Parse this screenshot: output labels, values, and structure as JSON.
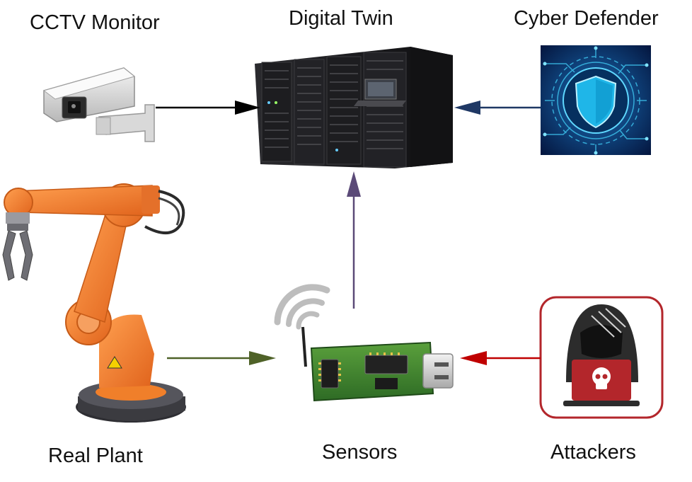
{
  "labels": {
    "cctv": "CCTV Monitor",
    "digital_twin": "Digital Twin",
    "cyber_defender": "Cyber Defender",
    "real_plant": "Real Plant",
    "sensors": "Sensors",
    "attackers": "Attackers"
  },
  "colors": {
    "arrow_cctv": "#000000",
    "arrow_defender": "#1f3864",
    "arrow_sensors_up": "#5b4a78",
    "arrow_plant": "#4f6228",
    "arrow_attackers": "#c00000",
    "robot_orange": "#f07f2a",
    "server_dark": "#1a1a1c",
    "shield_cyan": "#1fb6e8",
    "board_green": "#3d7a2f",
    "attacker_red": "#b3262b"
  },
  "icons": [
    "cctv-camera-icon",
    "server-rack-icon",
    "shield-icon",
    "robot-arm-icon",
    "sensor-board-icon",
    "hacker-icon"
  ]
}
